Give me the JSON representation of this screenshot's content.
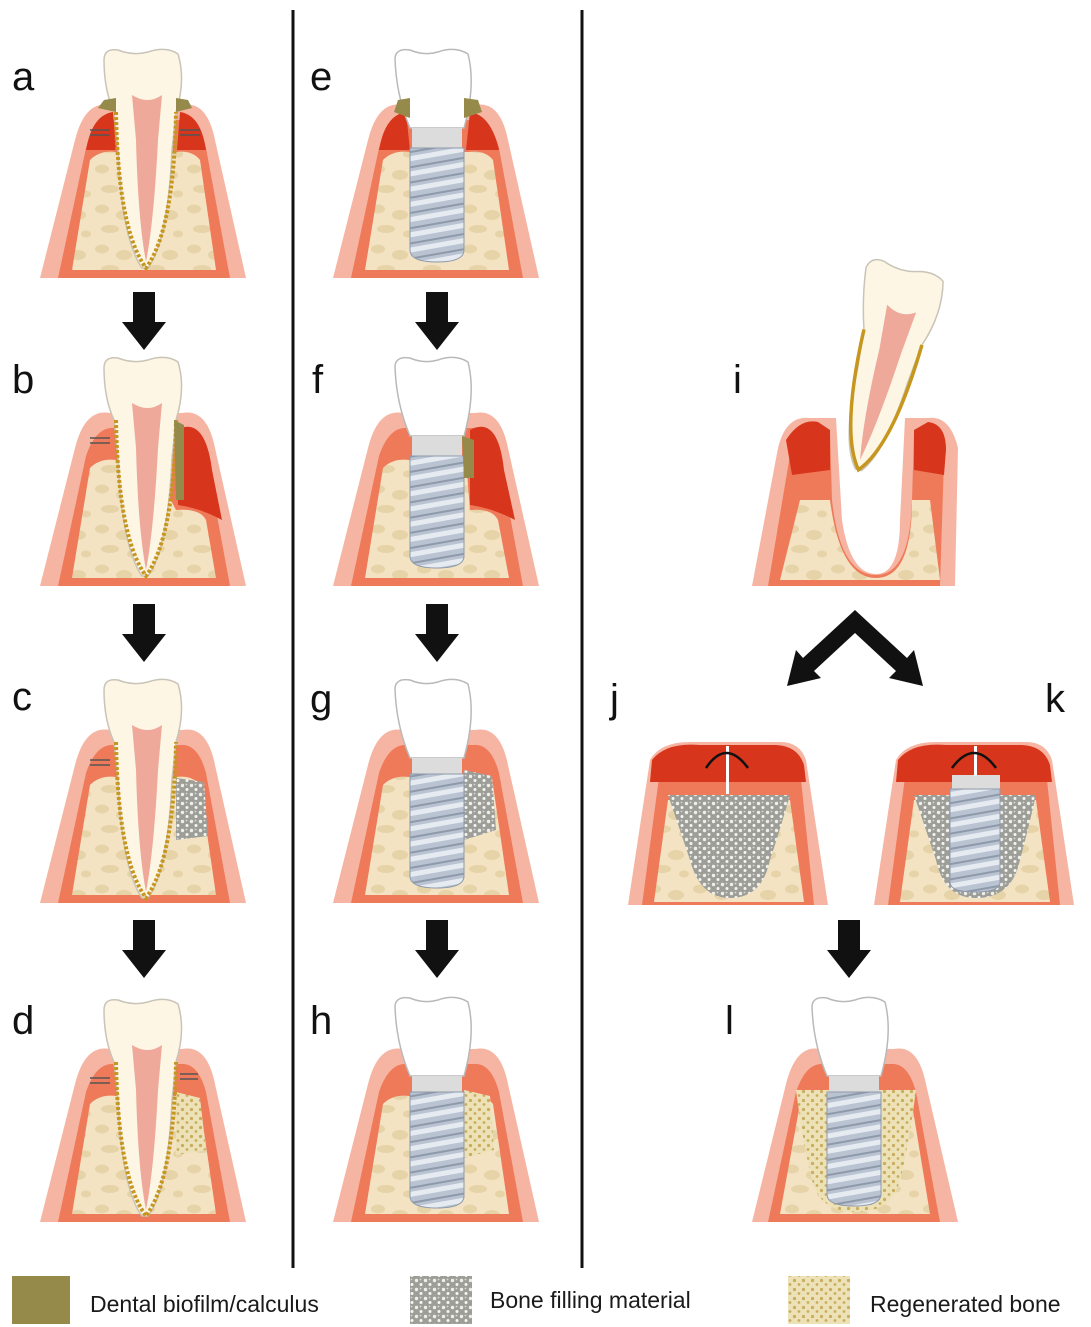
{
  "figure": {
    "panels": [
      {
        "label": "a",
        "subject": "tooth",
        "state": "biofilm/calculus with inflamed gingiva and pockets"
      },
      {
        "label": "b",
        "subject": "tooth",
        "state": "vertical bone defect with calculus and inflamed gingiva"
      },
      {
        "label": "c",
        "subject": "tooth",
        "state": "defect filled with bone filling material"
      },
      {
        "label": "d",
        "subject": "tooth",
        "state": "defect replaced by regenerated bone"
      },
      {
        "label": "e",
        "subject": "implant",
        "state": "biofilm/calculus with inflamed peri-implant mucosa"
      },
      {
        "label": "f",
        "subject": "implant",
        "state": "peri-implant bone defect with calculus"
      },
      {
        "label": "g",
        "subject": "implant",
        "state": "defect filled with bone filling material"
      },
      {
        "label": "h",
        "subject": "implant",
        "state": "defect replaced by regenerated bone"
      },
      {
        "label": "i",
        "subject": "extraction",
        "state": "tooth extracted from socket"
      },
      {
        "label": "j",
        "subject": "socket",
        "state": "socket filled with bone filling material, sutured"
      },
      {
        "label": "k",
        "subject": "socket",
        "state": "immediate implant with bone filling material, sutured"
      },
      {
        "label": "l",
        "subject": "implant",
        "state": "implant surrounded by regenerated bone"
      }
    ],
    "legend": [
      {
        "label": "Dental biofilm/calculus",
        "swatch": "biofilm"
      },
      {
        "label": "Bone filling material",
        "swatch": "filler"
      },
      {
        "label": "Regenerated bone",
        "swatch": "regen"
      }
    ],
    "colors": {
      "gingiva_outer": "#f6b5a2",
      "gingiva_mid": "#ef7a5a",
      "inflamed": "#d8361c",
      "bone": "#f3e3c2",
      "bone_cell": "#e6d3a8",
      "tooth_crown": "#fdf6e5",
      "tooth_pulp": "#eea99a",
      "ligament": "#c6961e",
      "biofilm": "#958a4a",
      "implant": "#b9c3d2",
      "filler": "#b3b3ae",
      "regen": "#dcc986"
    }
  }
}
